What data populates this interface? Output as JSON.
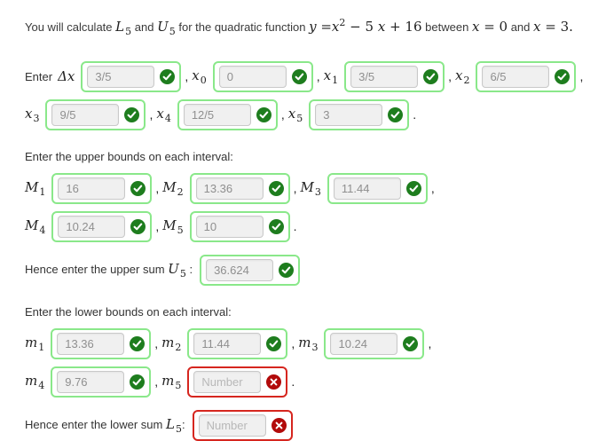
{
  "title": {
    "pre": "You will calculate",
    "L_var": "L",
    "L_sub": "5",
    "and": "and",
    "U_var": "U",
    "U_sub": "5",
    "mid": "for the quadratic function",
    "fn_y": "y",
    "fn_eq": "=",
    "fn_x": "x",
    "fn_pow": "2",
    "fn_rest_a": "− 5",
    "fn_rest_x": "x",
    "fn_rest_b": "+ 16",
    "between": "between",
    "dom_x1": "x",
    "dom_eq1": "= 0",
    "and2": "and",
    "dom_x2": "x",
    "dom_eq2": "= 3."
  },
  "headings": {
    "upper": "Enter the upper bounds on each interval:",
    "lower": "Enter the lower bounds on each interval:",
    "upper_sum_pre": "Hence enter the upper sum",
    "upper_sum_var": "U",
    "upper_sum_sub": "5",
    "upper_sum_colon": ":",
    "lower_sum_pre": "Hence enter the lower sum",
    "lower_sum_var": "L",
    "lower_sum_sub": "5",
    "lower_sum_colon": ":"
  },
  "fields": {
    "dx": {
      "pre": "Enter",
      "var": "Δx",
      "sub": "",
      "value": "3/5",
      "status": "valid",
      "after": ","
    },
    "x0": {
      "var": "x",
      "sub": "0",
      "value": "0",
      "status": "valid",
      "after": ","
    },
    "x1": {
      "var": "x",
      "sub": "1",
      "value": "3/5",
      "status": "valid",
      "after": ","
    },
    "x2": {
      "var": "x",
      "sub": "2",
      "value": "6/5",
      "status": "valid",
      "after": ","
    },
    "x3": {
      "var": "x",
      "sub": "3",
      "value": "9/5",
      "status": "valid",
      "after": ","
    },
    "x4": {
      "var": "x",
      "sub": "4",
      "value": "12/5",
      "status": "valid",
      "after": ","
    },
    "x5": {
      "var": "x",
      "sub": "5",
      "value": "3",
      "status": "valid",
      "after": "."
    },
    "M1": {
      "var": "M",
      "sub": "1",
      "value": "16",
      "status": "valid",
      "after": ","
    },
    "M2": {
      "var": "M",
      "sub": "2",
      "value": "13.36",
      "status": "valid",
      "after": ","
    },
    "M3": {
      "var": "M",
      "sub": "3",
      "value": "11.44",
      "status": "valid",
      "after": ","
    },
    "M4": {
      "var": "M",
      "sub": "4",
      "value": "10.24",
      "status": "valid",
      "after": ","
    },
    "M5": {
      "var": "M",
      "sub": "5",
      "value": "10",
      "status": "valid",
      "after": "."
    },
    "U5": {
      "value": "36.624",
      "status": "valid",
      "after": ""
    },
    "m1": {
      "var": "m",
      "sub": "1",
      "value": "13.36",
      "status": "valid",
      "after": ","
    },
    "m2": {
      "var": "m",
      "sub": "2",
      "value": "11.44",
      "status": "valid",
      "after": ","
    },
    "m3": {
      "var": "m",
      "sub": "3",
      "value": "10.24",
      "status": "valid",
      "after": ","
    },
    "m4": {
      "var": "m",
      "sub": "4",
      "value": "9.76",
      "status": "valid",
      "after": ","
    },
    "m5": {
      "var": "m",
      "sub": "5",
      "placeholder": "Number",
      "status": "invalid",
      "after": "."
    },
    "L5": {
      "placeholder": "Number",
      "status": "invalid",
      "after": ""
    }
  },
  "icons": {
    "valid": "check-circle",
    "invalid": "cross-circle"
  },
  "colors": {
    "valid_border": "#8ae88a",
    "invalid_border": "#d6261f",
    "check_fill": "#1e7d1e",
    "cross_fill": "#b20b0b",
    "input_bg": "#f0f0f0",
    "input_text": "#8f8f8f"
  }
}
